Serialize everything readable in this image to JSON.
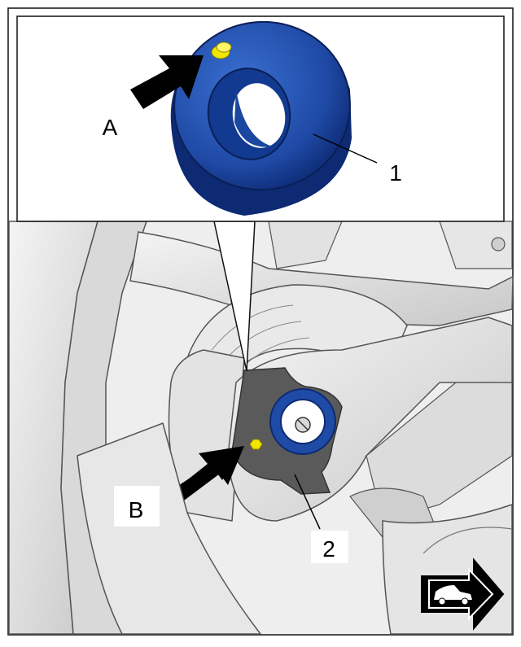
{
  "labels": {
    "callout_a": "A",
    "callout_b": "B",
    "part_1": "1",
    "part_2": "2"
  },
  "icons": {
    "direction": "vehicle-forward-arrow-icon"
  },
  "colors": {
    "bushing_blue": "#1f4aa6",
    "bushing_dark": "#0d2a73",
    "marker_yellow": "#f2e600",
    "arm_gray": "#5a5a5a",
    "arrow_black": "#000000"
  }
}
